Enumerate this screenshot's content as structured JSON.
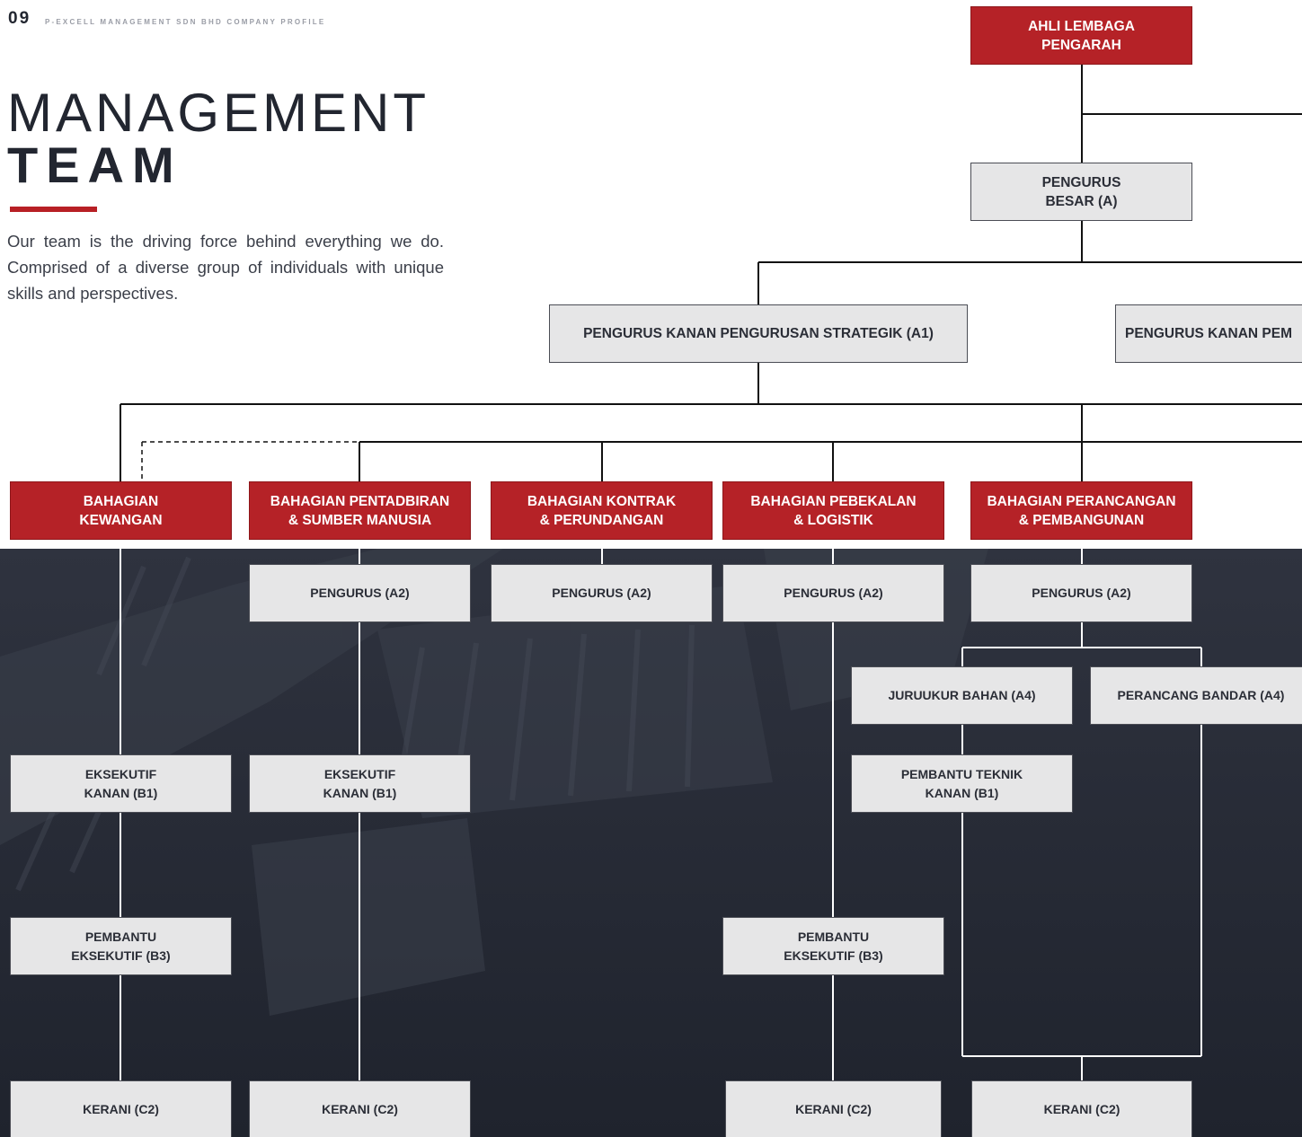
{
  "header": {
    "page_number": "09",
    "doc_title": "P-EXCELL MANAGEMENT SDN BHD COMPANY PROFILE"
  },
  "title": {
    "line1": "MANAGEMENT",
    "line2": "TEAM"
  },
  "intro": "Our team is the driving force behind everything we do. Comprised of a diverse group of individuals with unique skills and perspectives.",
  "colors": {
    "accent_red": "#b52227",
    "box_grey": "#e6e6e7",
    "dark_background": "#2b2f3a",
    "text_dark": "#222630"
  },
  "org": {
    "board": "AHLI LEMBAGA\nPENGARAH",
    "general_manager": "PENGURUS\nBESAR (A)",
    "senior_strategic": "PENGURUS KANAN PENGURUSAN STRATEGIK (A1)",
    "senior_right": "PENGURUS KANAN PEM",
    "divisions": {
      "finance": "BAHAGIAN\nKEWANGAN",
      "admin_hr": "BAHAGIAN PENTADBIRAN\n& SUMBER MANUSIA",
      "contract_legal": "BAHAGIAN KONTRAK\n& PERUNDANGAN",
      "supply_logistics": "BAHAGIAN PEBEKALAN\n& LOGISTIK",
      "planning_dev": "BAHAGIAN PERANCANGAN\n& PEMBANGUNAN"
    },
    "roles": {
      "manager_a2": "PENGURUS (A2)",
      "senior_exec_b1": "EKSEKUTIF\nKANAN (B1)",
      "asst_exec_b3": "PEMBANTU\nEKSEKUTIF (B3)",
      "clerk_c2": "KERANI (C2)",
      "quantity_surveyor_a4": "JURUUKUR BAHAN (A4)",
      "town_planner_a4": "PERANCANG BANDAR (A4)",
      "senior_tech_asst_b1": "PEMBANTU TEKNIK\nKANAN (B1)"
    }
  }
}
